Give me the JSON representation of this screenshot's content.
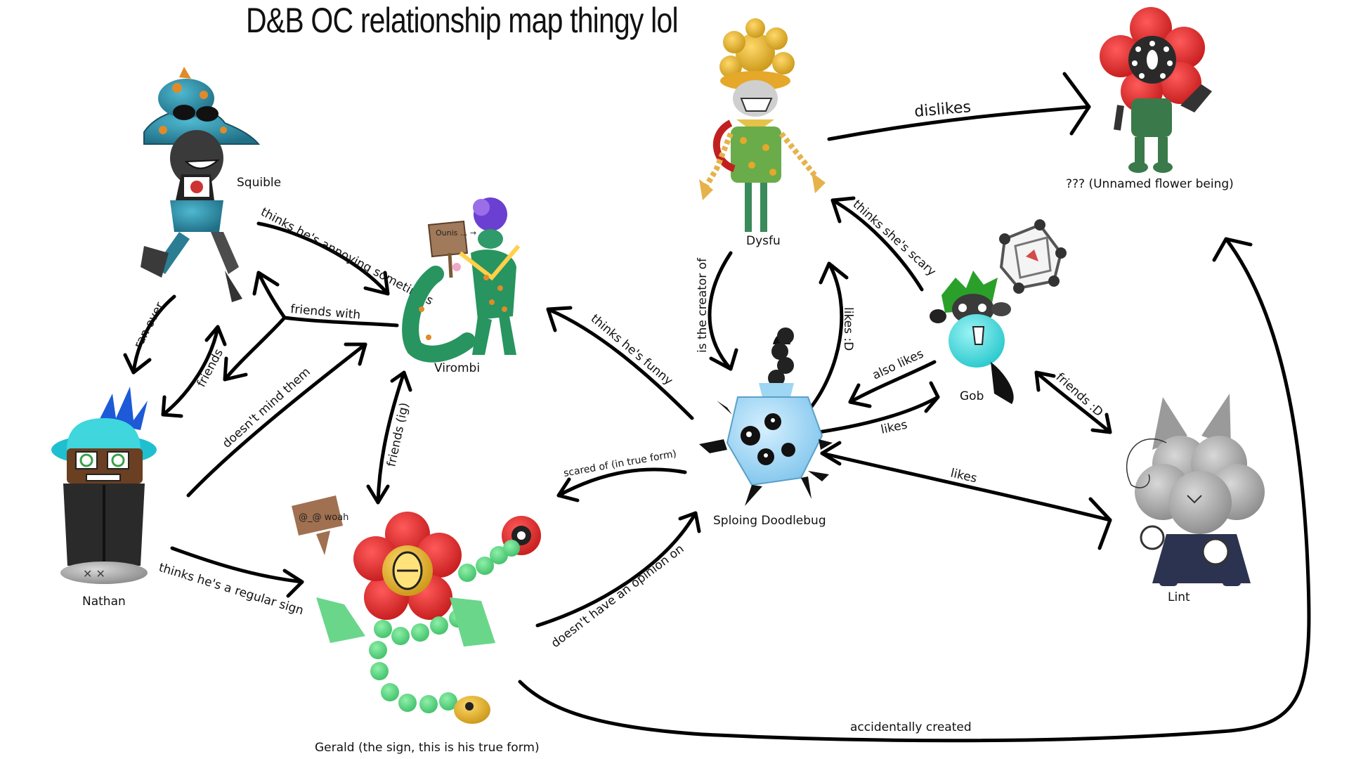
{
  "title": "D&B OC relationship map thingy lol",
  "characters": {
    "squible": "Squible",
    "virombi": "Virombi",
    "nathan": "Nathan",
    "gerald": "Gerald (the sign, this is his true form)",
    "dysfu": "Dysfu",
    "flower": "??? (Unnamed flower being)",
    "gob": "Gob",
    "sploing": "Sploing Doodlebug",
    "lint": "Lint"
  },
  "signs": {
    "virombi_sign": "Ounis ... →",
    "gerald_sign": "@_@ woah"
  },
  "relationships": {
    "squible_virombi": "thinks he's annoying sometimes",
    "friends_with": "friends with",
    "ran_over": "ran over",
    "friends": "friends",
    "doesnt_mind": "doesn't mind them",
    "friends_ig": "friends (ig)",
    "thinks_funny": "thinks he's funny",
    "regular_sign": "thinks he's a regular sign",
    "scared_of": "scared of (in true form)",
    "no_opinion": "doesn't have an opinion on",
    "creator_of": "is the creator of",
    "likes_d": "likes :D",
    "dislikes": "dislikes",
    "thinks_scary": "thinks she's scary",
    "also_likes": "also likes",
    "likes_gob": "likes",
    "likes_lint": "likes",
    "friends_d": "friends :D",
    "accidentally_created": "accidentally created"
  }
}
